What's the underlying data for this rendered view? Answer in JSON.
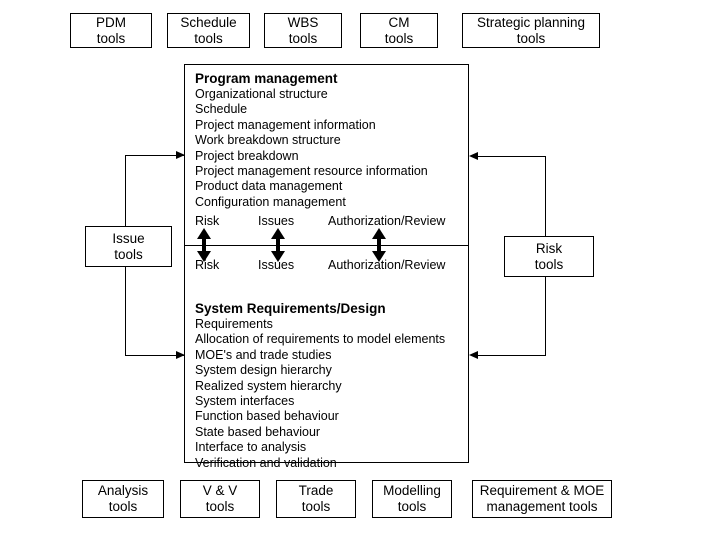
{
  "diagram": {
    "title": "Systems engineering tool integration diagram",
    "colors": {
      "line": "#000000",
      "background": "#ffffff",
      "text": "#000000"
    }
  },
  "top_tools": [
    {
      "line1": "PDM",
      "line2": "tools"
    },
    {
      "line1": "Schedule",
      "line2": "tools"
    },
    {
      "line1": "WBS",
      "line2": "tools"
    },
    {
      "line1": "CM",
      "line2": "tools"
    },
    {
      "line1": "Strategic planning",
      "line2": "tools"
    }
  ],
  "bottom_tools": [
    {
      "line1": "Analysis",
      "line2": "tools"
    },
    {
      "line1": "V & V",
      "line2": "tools"
    },
    {
      "line1": "Trade",
      "line2": "tools"
    },
    {
      "line1": "Modelling",
      "line2": "tools"
    },
    {
      "line1": "Requirement & MOE",
      "line2": "management tools"
    }
  ],
  "side_tools": {
    "left": {
      "line1": "Issue",
      "line2": "tools"
    },
    "right": {
      "line1": "Risk",
      "line2": "tools"
    }
  },
  "program_management": {
    "title": "Program management",
    "items": [
      "Organizational structure",
      "Schedule",
      "Project management information",
      "Work breakdown structure",
      "Project breakdown",
      "Project management resource information",
      "Product data management",
      "Configuration management"
    ]
  },
  "system_requirements_design": {
    "title": "System Requirements/Design",
    "items": [
      "Requirements",
      "Allocation of requirements to model elements",
      "MOE's and trade studies",
      "System design hierarchy",
      "Realized system hierarchy",
      "System interfaces",
      "Function based behaviour",
      "State based behaviour",
      "Interface to analysis",
      "Verification and validation"
    ]
  },
  "exchange_flows": {
    "upper_labels": [
      "Risk",
      "Issues",
      "Authorization/Review"
    ],
    "lower_labels": [
      "Risk",
      "Issues",
      "Authorization/Review"
    ]
  }
}
